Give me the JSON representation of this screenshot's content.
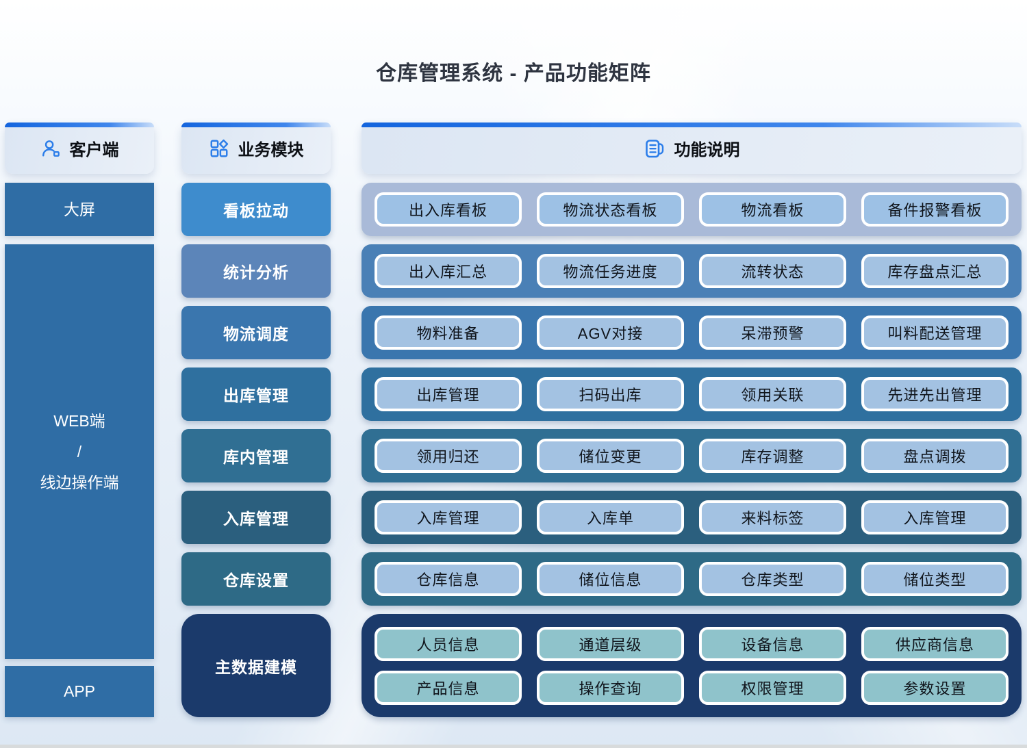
{
  "title": "仓库管理系统 - 产品功能矩阵",
  "accent_blue": "#2b7de9",
  "headers": {
    "client_label": "客户端",
    "modules_label": "业务模块",
    "functions_label": "功能说明"
  },
  "clients": {
    "color": "#2f6da5",
    "big_screen": "大屏",
    "web_lines": [
      "WEB端",
      "/",
      "线边操作端"
    ],
    "app": "APP"
  },
  "rows": [
    {
      "module": "看板拉动",
      "module_color": "#3e8ccd",
      "row_color": "#a9bad8",
      "pill_color": "#9dc1e5",
      "items": [
        "出入库看板",
        "物流状态看板",
        "物流看板",
        "备件报警看板"
      ]
    },
    {
      "module": "统计分析",
      "module_color": "#5c85b9",
      "row_color": "#4a80b6",
      "pill_color": "#a3c2e2",
      "items": [
        "出入库汇总",
        "物流任务进度",
        "流转状态",
        "库存盘点汇总"
      ]
    },
    {
      "module": "物流调度",
      "module_color": "#3a76ae",
      "row_color": "#3a76ae",
      "pill_color": "#a3c2e2",
      "items": [
        "物料准备",
        "AGV对接",
        "呆滞预警",
        "叫料配送管理"
      ]
    },
    {
      "module": "出库管理",
      "module_color": "#2f709f",
      "row_color": "#2f709f",
      "pill_color": "#a3c2e2",
      "items": [
        "出库管理",
        "扫码出库",
        "领用关联",
        "先进先出管理"
      ]
    },
    {
      "module": "库内管理",
      "module_color": "#306f93",
      "row_color": "#306f93",
      "pill_color": "#a3c2e2",
      "items": [
        "领用归还",
        "储位变更",
        "库存调整",
        "盘点调拨"
      ]
    },
    {
      "module": "入库管理",
      "module_color": "#2b5f7e",
      "row_color": "#2b5f7e",
      "pill_color": "#a3c2e2",
      "items": [
        "入库管理",
        "入库单",
        "来料标签",
        "入库管理"
      ]
    },
    {
      "module": "仓库设置",
      "module_color": "#2e6a86",
      "row_color": "#2e6a86",
      "pill_color": "#a3c2e2",
      "items": [
        "仓库信息",
        "储位信息",
        "仓库类型",
        "储位类型"
      ]
    },
    {
      "module": "主数据建模",
      "module_color": "#1b3a6b",
      "row_color": "#1b3a6b",
      "pill_color": "#8fc3cb",
      "items": [
        "人员信息",
        "通道层级",
        "设备信息",
        "供应商信息"
      ],
      "items2": [
        "产品信息",
        "操作查询",
        "权限管理",
        "参数设置"
      ]
    }
  ]
}
